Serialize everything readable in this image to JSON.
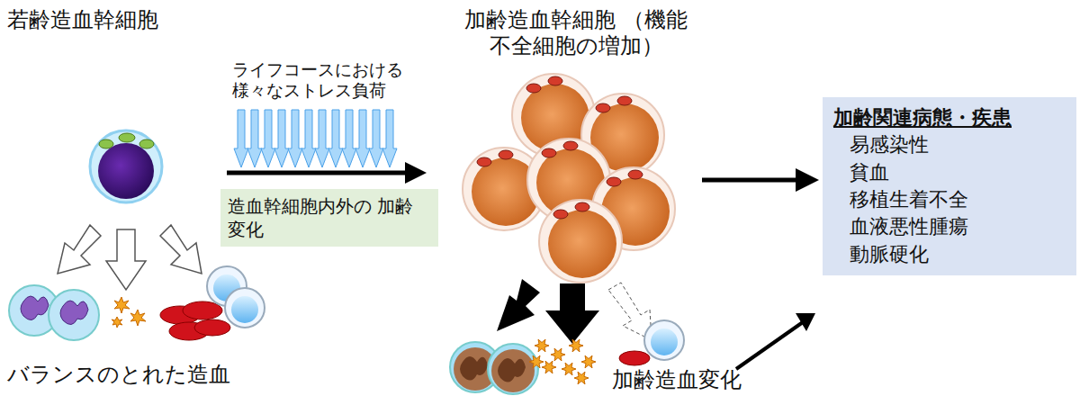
{
  "diagram": {
    "nodes": [
      {
        "text": [
          "造血幹細胞内外の 加齢変化"
        ]
      },
      {
        "text": [
          "加齢関連病態・疾患",
          "易感染性",
          "貧血",
          "移植生着不全",
          "血液悪性腫瘍",
          "動脈硬化"
        ]
      }
    ],
    "labels": [
      "若齢造血幹細胞",
      "ライフコースにおける 様々なストレス負荷",
      "加齢造血幹細胞 （機能不全細胞の増加）",
      "バランスのとれた造血",
      "加齢造血変化"
    ]
  }
}
